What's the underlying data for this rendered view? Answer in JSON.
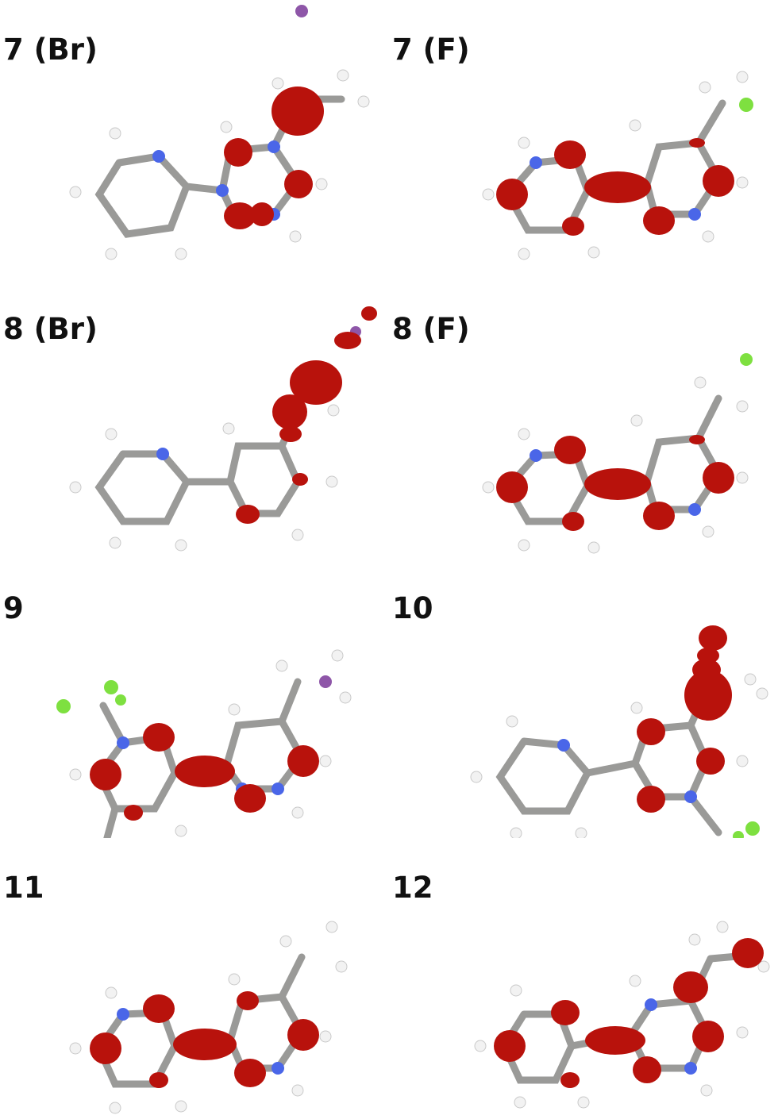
{
  "figure": {
    "panels": [
      {
        "id": "p7br",
        "label": "7 (Br)"
      },
      {
        "id": "p7f",
        "label": "7 (F)"
      },
      {
        "id": "p8br",
        "label": "8 (Br)"
      },
      {
        "id": "p8f",
        "label": "8 (F)"
      },
      {
        "id": "p9",
        "label": "9"
      },
      {
        "id": "p10",
        "label": "10"
      },
      {
        "id": "p11",
        "label": "11"
      },
      {
        "id": "p12",
        "label": "12"
      }
    ]
  },
  "colors": {
    "carbon": "#9a9a98",
    "hydrogen": "#f2f2f2",
    "nitrogen": "#4a66e8",
    "fluorine": "#7ee040",
    "bromine": "#8e56a8",
    "isosurface": "#b8120c"
  }
}
